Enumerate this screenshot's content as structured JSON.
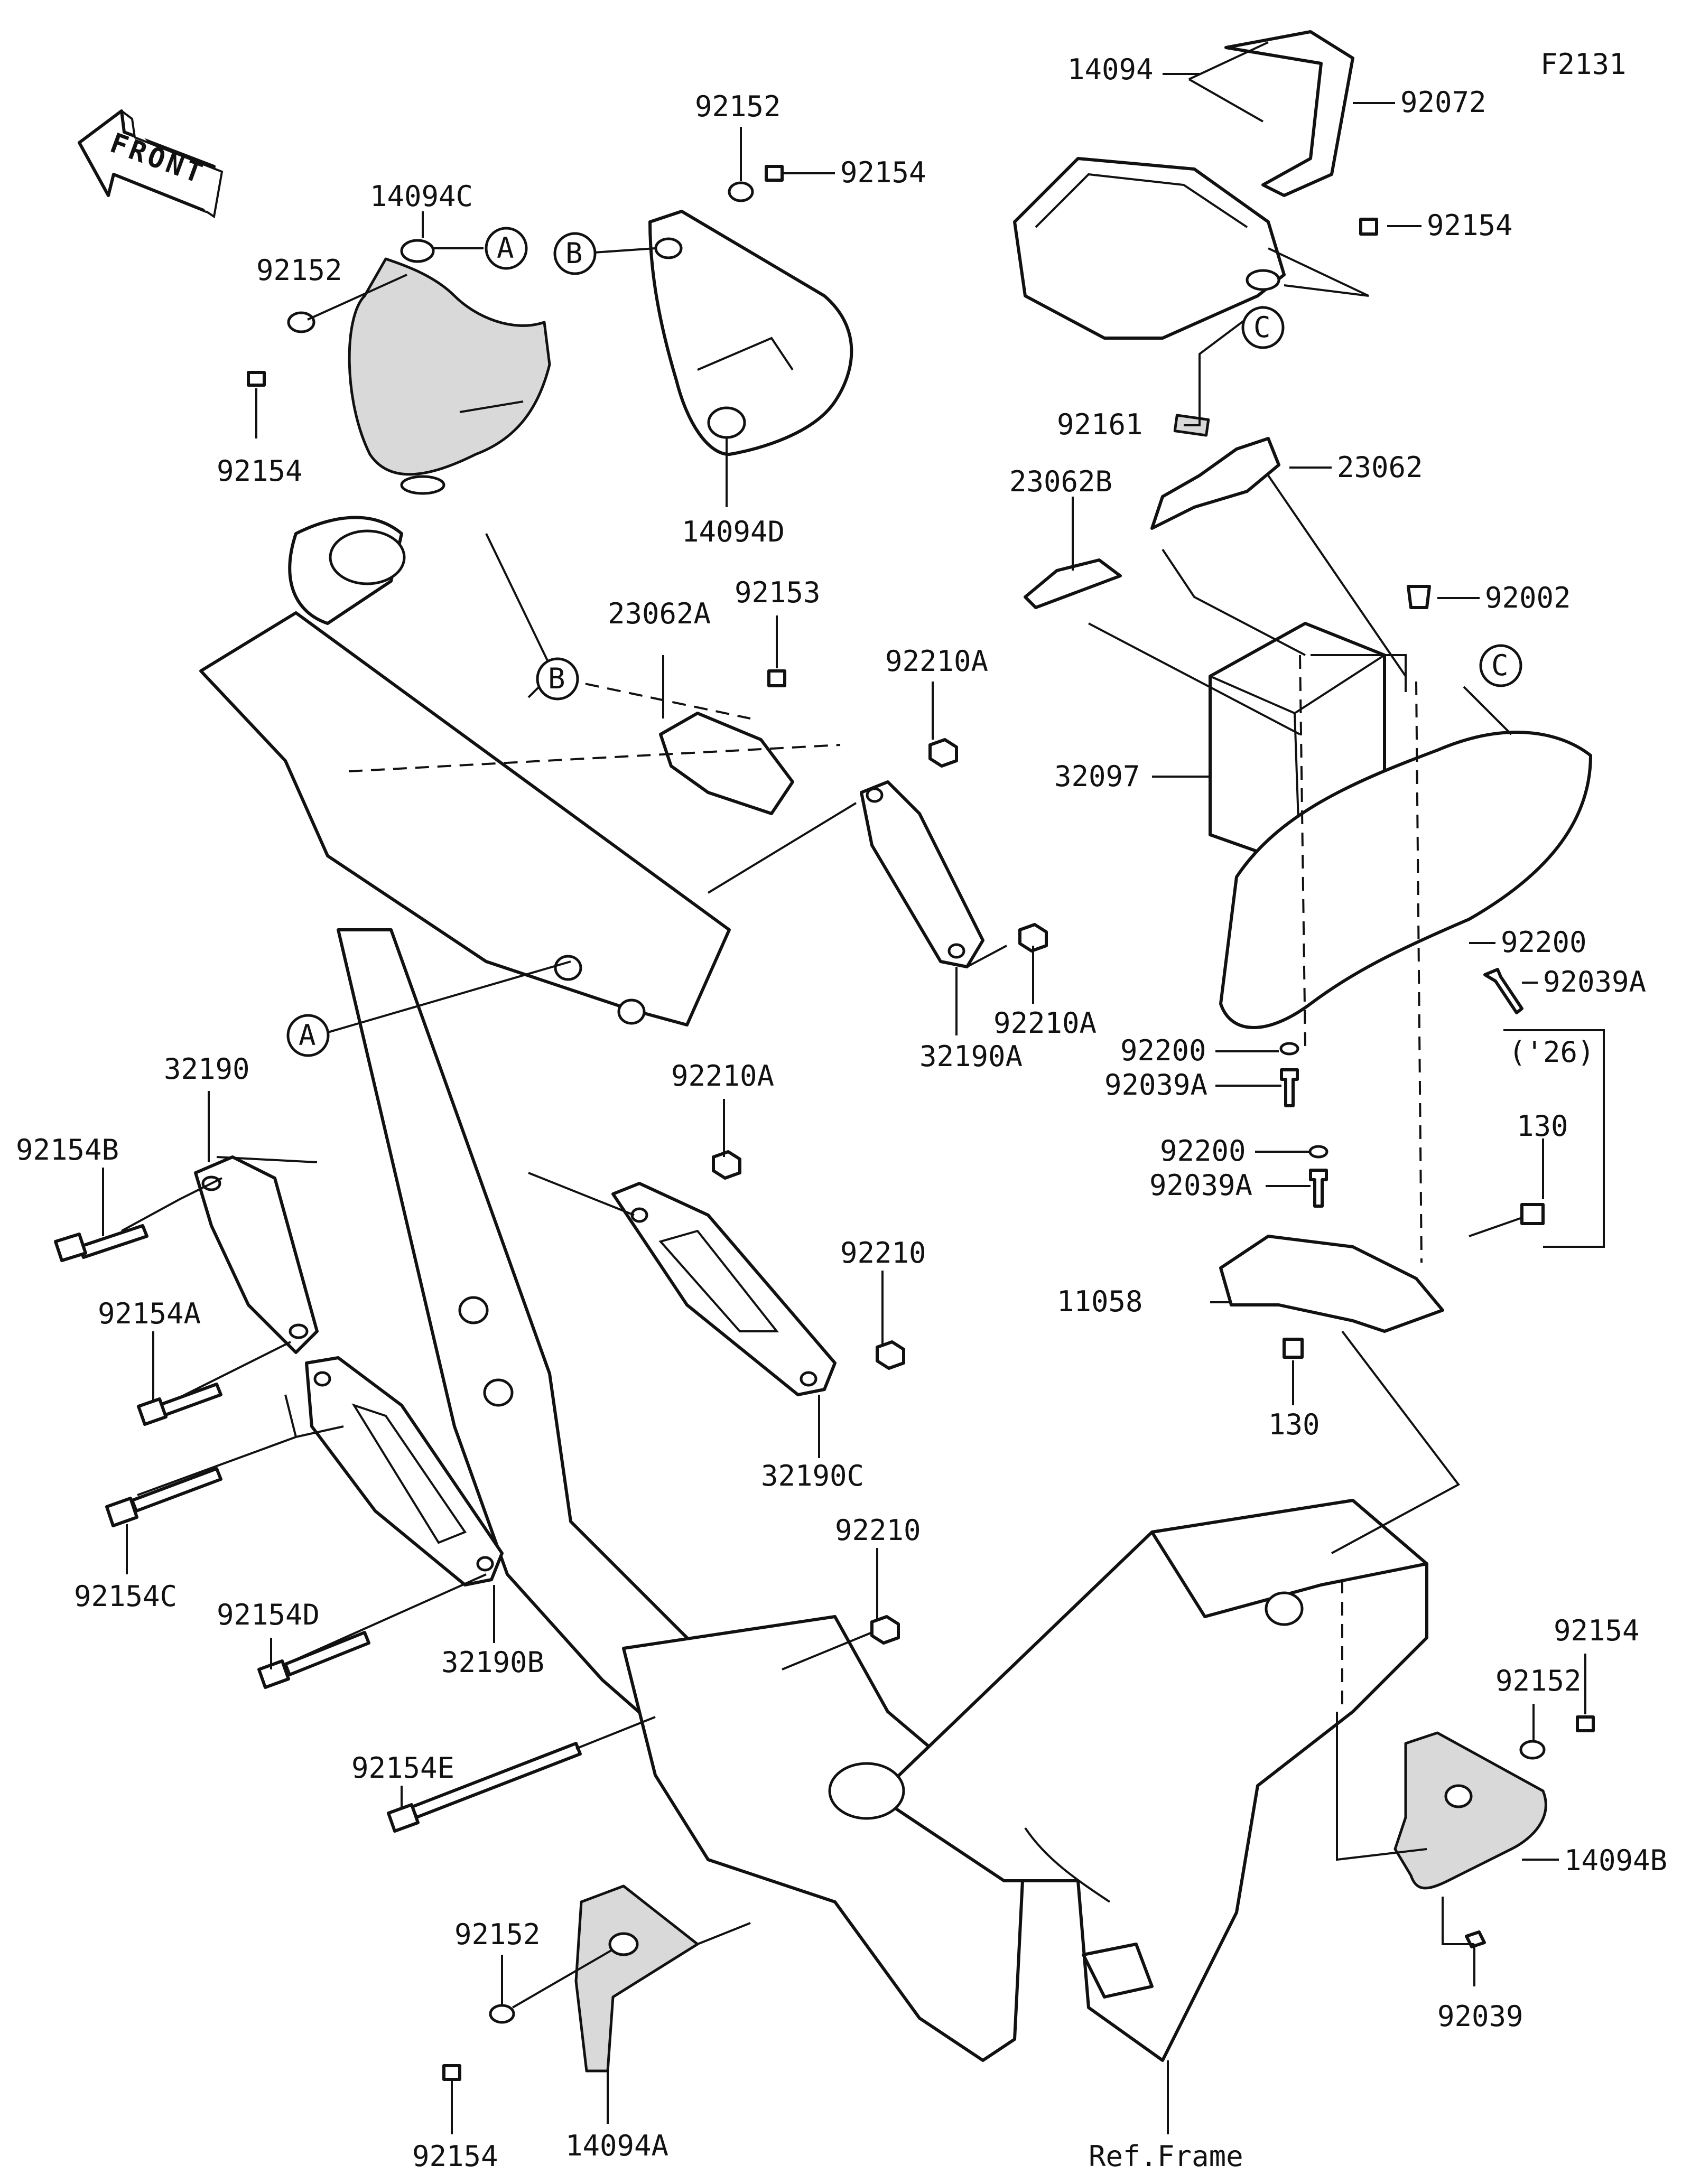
{
  "figure_code": "F2131",
  "front_marker": "FRONT",
  "ref_frame": "Ref.Frame",
  "year_note": "('26)",
  "callouts": {
    "A": "A",
    "B": "B",
    "C": "C"
  },
  "labels": {
    "p14094": "14094",
    "p92072": "92072",
    "p92154_top_right": "92154",
    "p92161": "92161",
    "p23062": "23062",
    "p23062B": "23062B",
    "p92002": "92002",
    "p32097": "32097",
    "p92200_a": "92200",
    "p92039A_a": "92039A",
    "p92200_b": "92200",
    "p92039A_b": "92039A",
    "p92200_c": "92200",
    "p92039A_c": "92039A",
    "p130_top": "130",
    "p11058": "11058",
    "p130_bottom": "130",
    "p92152_top": "92152",
    "p92154_top": "92154",
    "p14094C": "14094C",
    "p92152_left": "92152",
    "p92154_left": "92154",
    "p14094D": "14094D",
    "p23062A": "23062A",
    "p92153": "92153",
    "p92210A_top": "92210A",
    "p92210A_right": "92210A",
    "p32190A": "32190A",
    "p32190": "32190",
    "p92154B": "92154B",
    "p92154A": "92154A",
    "p92210A_mid": "92210A",
    "p92210_mid": "92210",
    "p32190C": "32190C",
    "p92154C": "92154C",
    "p92154D": "92154D",
    "p32190B": "32190B",
    "p92210_low": "92210",
    "p92154E": "92154E",
    "p92152_bottom": "92152",
    "p92154_bottom": "92154",
    "p14094A": "14094A",
    "p92154_br": "92154",
    "p92152_br": "92152",
    "p14094B": "14094B",
    "p92039": "92039"
  }
}
